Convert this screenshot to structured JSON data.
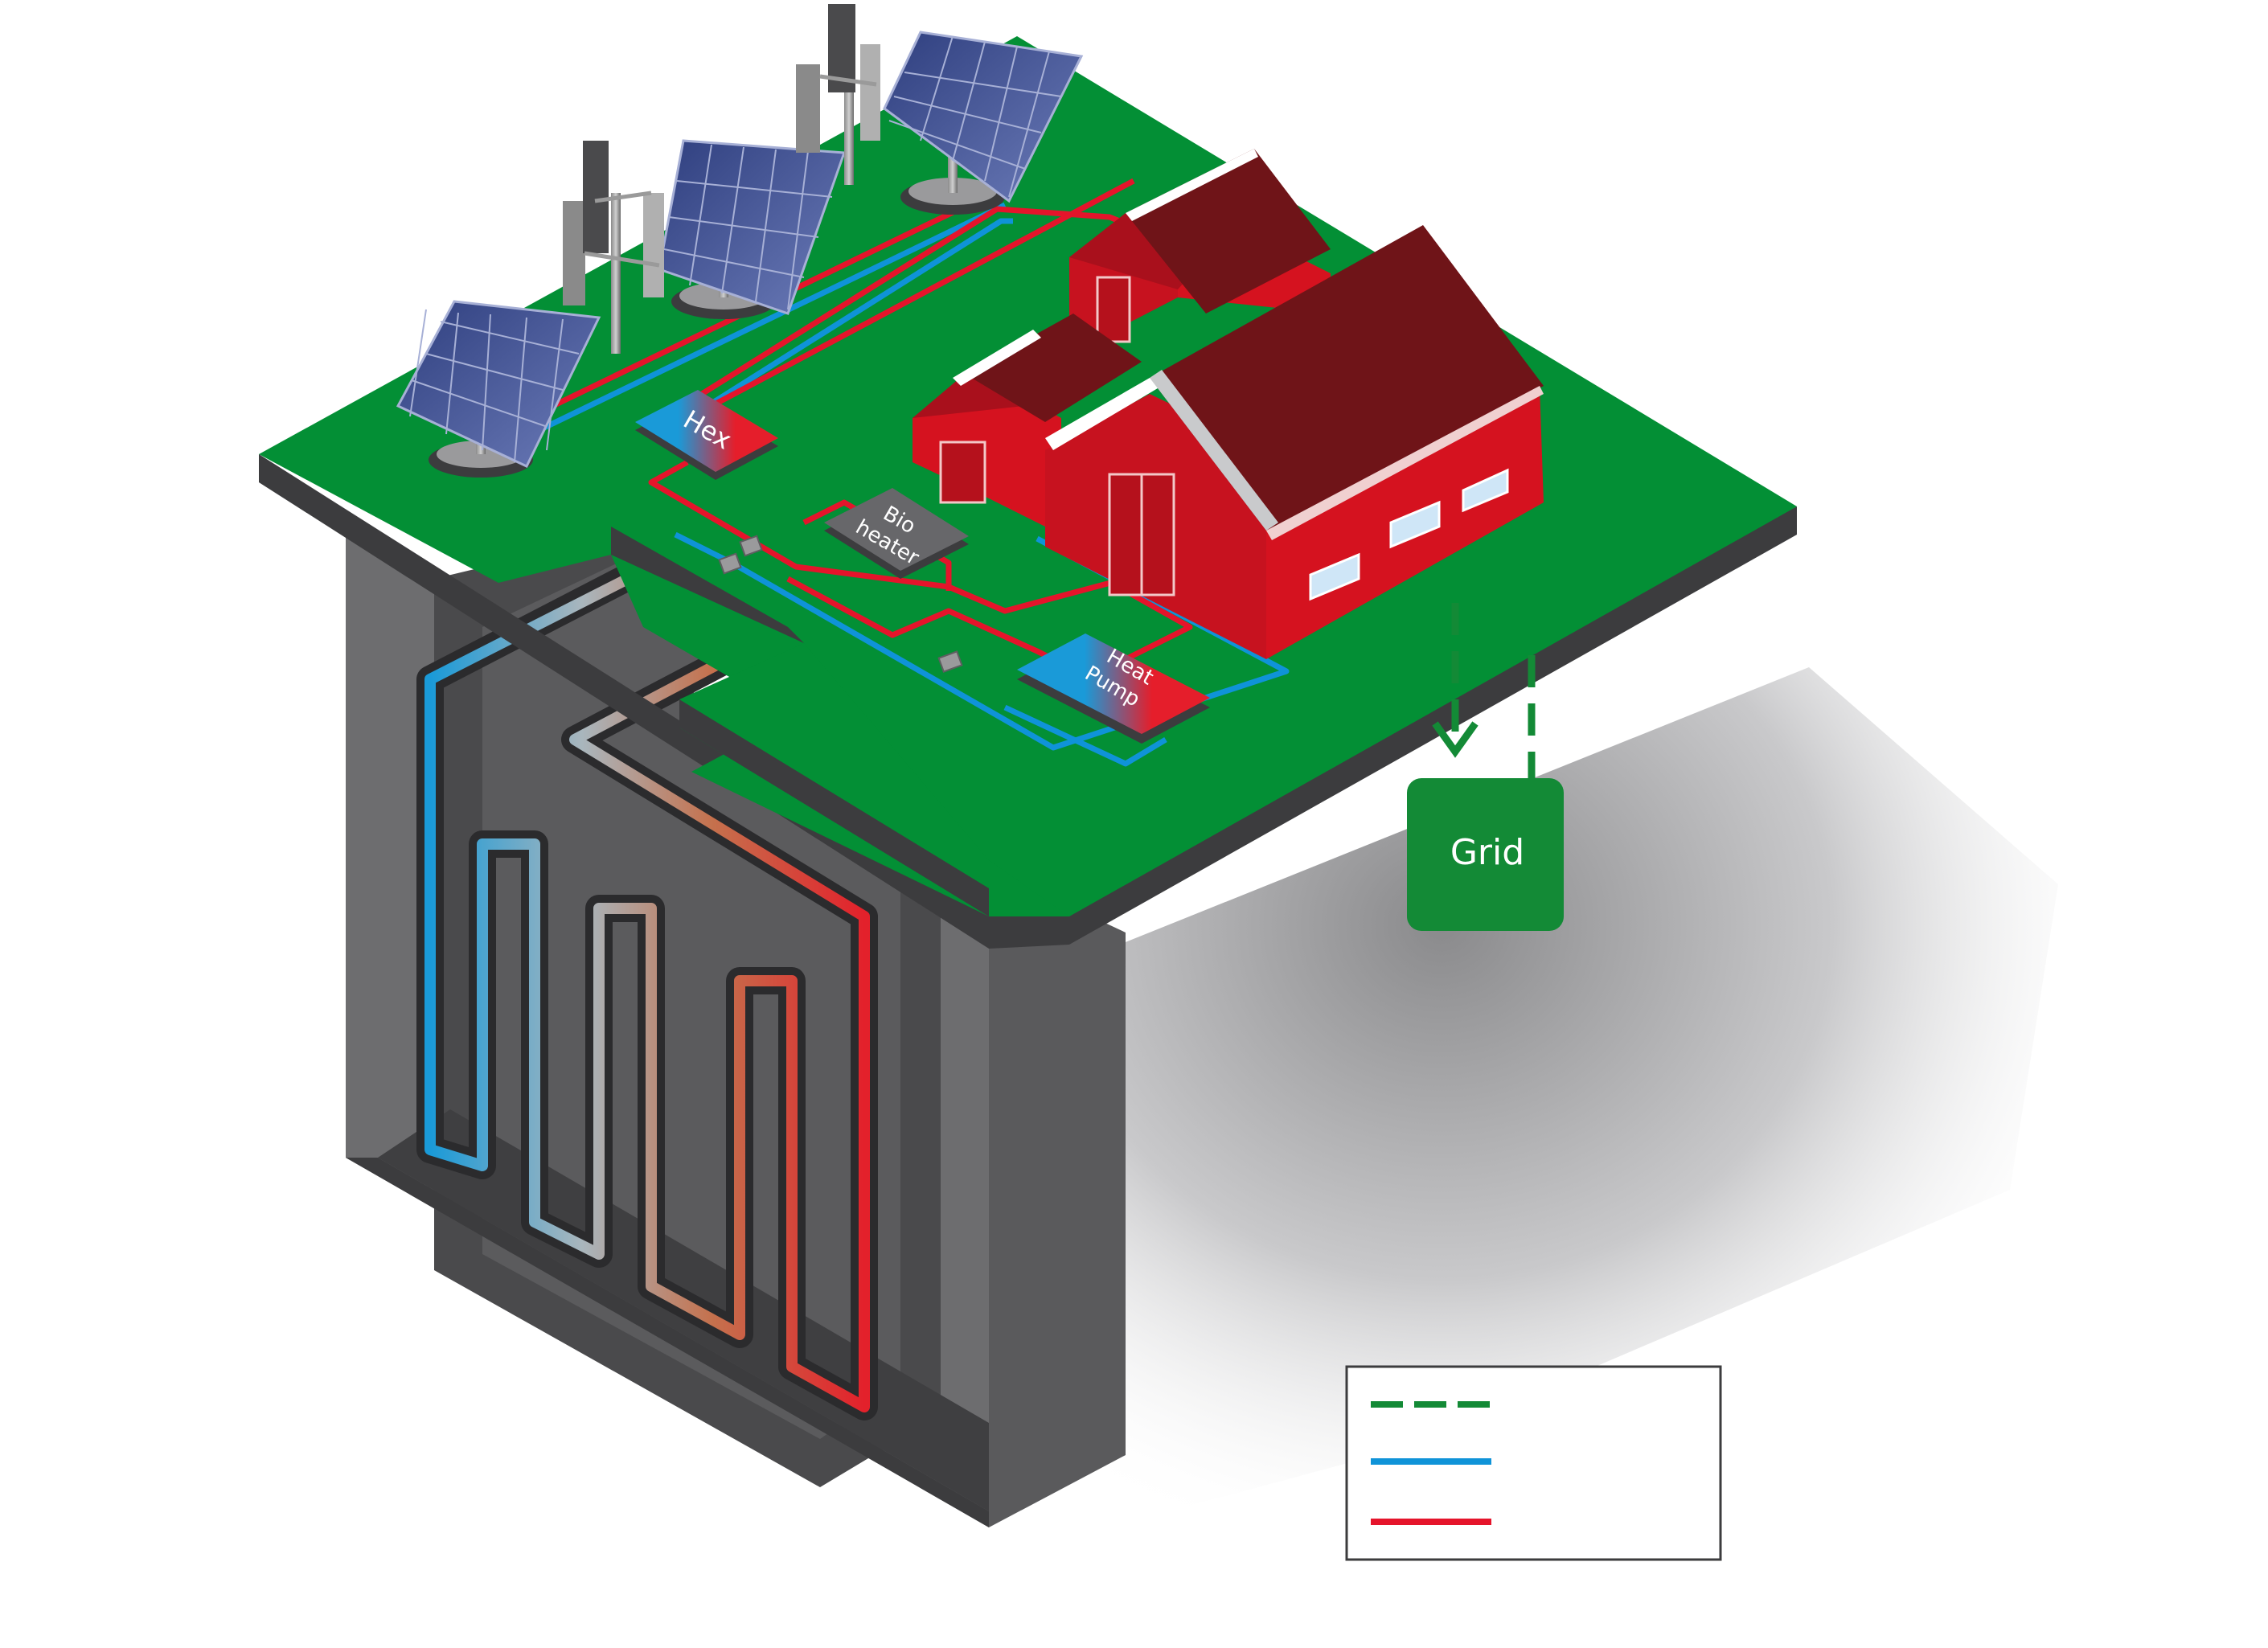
{
  "labels": {
    "hex": "Hex",
    "bio_line1": "Bio",
    "bio_line2": "heater",
    "heat_line1": "Heat",
    "heat_line2": "Pump",
    "grid": "Grid"
  },
  "legend": {
    "entries": [
      {
        "style": "dashed",
        "color": "#138a36",
        "label": ""
      },
      {
        "style": "solid",
        "color": "#0f93d8",
        "label": ""
      },
      {
        "style": "solid",
        "color": "#e5142b",
        "label": ""
      }
    ]
  },
  "colors": {
    "grass": "#038f35",
    "earth_front": "#6d6d6f",
    "earth_dark": "#3c3c3e",
    "cold_pipe": "#0f93d8",
    "hot_pipe": "#e5142b",
    "power_line": "#138a36",
    "roof": "#6f1418",
    "wall": "#d5121f",
    "grid_box": "#138a36"
  },
  "icons": [
    "solar-panel-icon",
    "wind-turbine-icon",
    "house-icon"
  ]
}
